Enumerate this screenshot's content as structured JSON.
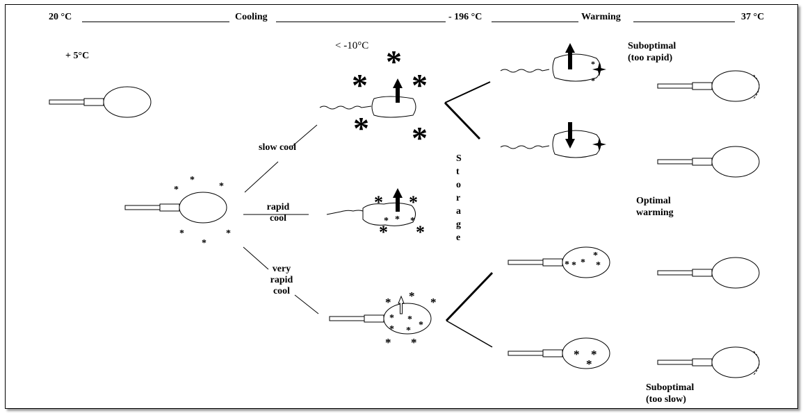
{
  "header": {
    "temp_start": "20 °C",
    "phase_cooling": "Cooling",
    "temp_storage": "- 196 °C",
    "phase_warming": "Warming",
    "temp_end": "37 °C"
  },
  "labels": {
    "start_temp": "+ 5°C",
    "subzero_temp": "< -10°C",
    "slow_cool": "slow cool",
    "rapid_cool_1": "rapid",
    "rapid_cool_2": "cool",
    "very_rapid_1": "very",
    "very_rapid_2": "rapid",
    "very_rapid_3": "cool",
    "storage": "S t o r a g e",
    "subopt_rapid_1": "Suboptimal",
    "subopt_rapid_2": "(too rapid)",
    "optimal_1": "Optimal",
    "optimal_2": "warming",
    "subopt_slow_1": "Suboptimal",
    "subopt_slow_2": "(too slow)"
  }
}
